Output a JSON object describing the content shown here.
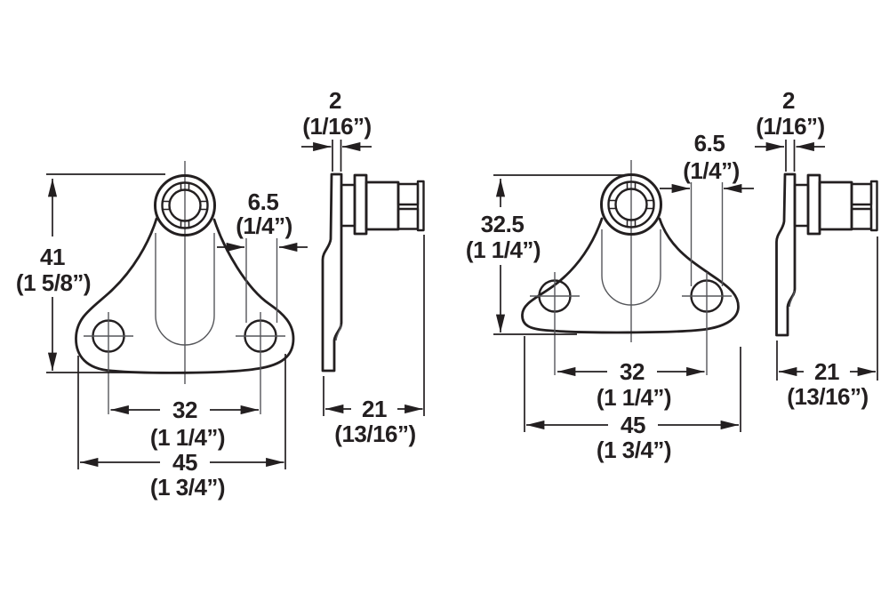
{
  "drawing": {
    "type": "technical-dimension-drawing",
    "background_color": "#ffffff",
    "line_color": "#231f20",
    "thin_line_color": "#55565a",
    "figures": [
      {
        "name": "bracket-variant-1",
        "views": [
          "front",
          "side"
        ],
        "dimensions": {
          "height": {
            "mm": "41",
            "inch": "(1 5/8”)"
          },
          "hole_diameter": {
            "mm": "6.5",
            "inch": "(1/4”)"
          },
          "hole_spacing": {
            "mm": "32",
            "inch": "(1 1/4”)"
          },
          "overall_width": {
            "mm": "45",
            "inch": "(1 3/4”)"
          },
          "plate_thickness": {
            "mm": "2",
            "inch": "(1/16”)"
          },
          "depth": {
            "mm": "21",
            "inch": "(13/16”)"
          }
        }
      },
      {
        "name": "bracket-variant-2",
        "views": [
          "front",
          "side"
        ],
        "dimensions": {
          "height": {
            "mm": "32.5",
            "inch": "(1 1/4”)"
          },
          "hole_diameter": {
            "mm": "6.5",
            "inch": "(1/4”)"
          },
          "hole_spacing": {
            "mm": "32",
            "inch": "(1 1/4”)"
          },
          "overall_width": {
            "mm": "45",
            "inch": "(1 3/4”)"
          },
          "plate_thickness": {
            "mm": "2",
            "inch": "(1/16”)"
          },
          "depth": {
            "mm": "21",
            "inch": "(13/16”)"
          }
        }
      }
    ]
  }
}
